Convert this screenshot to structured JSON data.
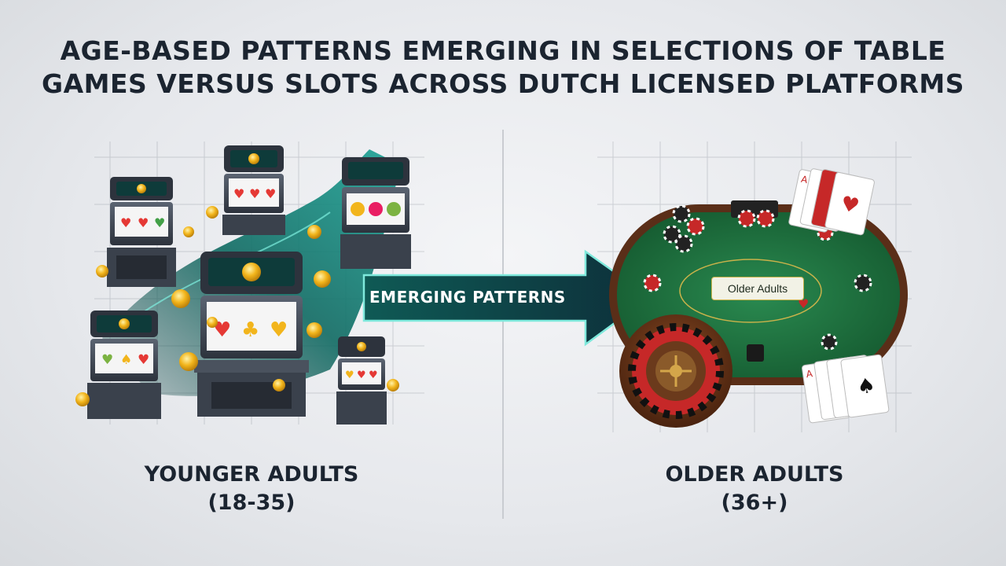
{
  "title": {
    "line1": "AGE-BASED PATTERNS EMERGING IN SELECTIONS OF TABLE",
    "line2": "GAMES VERSUS SLOTS ACROSS DUTCH LICENSED PLATFORMS"
  },
  "arrow": {
    "label": "EMERGING PATTERNS"
  },
  "left_group": {
    "label_line1": "YOUNGER ADULTS",
    "label_line2": "(18-35)"
  },
  "right_group": {
    "label_line1": "OLDER ADULTS",
    "label_line2": "(36+)",
    "table_label": "Older Adults"
  },
  "icons": [
    "slot-machine-icon",
    "coin-icon",
    "poker-table-icon",
    "roulette-wheel-icon",
    "playing-cards-icon",
    "poker-chip-icon"
  ],
  "colors": {
    "title": "#1b2430",
    "arrow_start": "#0f5a55",
    "arrow_end": "#0d2f3a",
    "felt": "#1d6b3c",
    "table_rail": "#5a2e18",
    "gold": "#f2b51c",
    "background": "#e6e8ec"
  }
}
